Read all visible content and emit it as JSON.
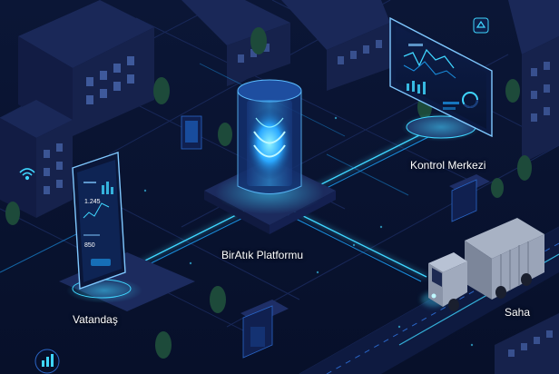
{
  "colors": {
    "background": "#0a1230",
    "street": "#121e44",
    "building": "#16224c",
    "glow": "#3fd6ff",
    "glow_soft": "#1a8fe0",
    "window": "#5a7fd0",
    "tree": "#1d4a3a"
  },
  "nodes": {
    "platform": {
      "label": "BirAtık Platformu"
    },
    "control_center": {
      "label": "Kontrol Merkezi"
    },
    "citizen": {
      "label": "Vatandaş"
    },
    "field": {
      "label": "Saha"
    }
  },
  "phone": {
    "metric_1": "1.245",
    "metric_2": "850"
  },
  "icons": [
    "wifi-icon",
    "bar-chart-icon",
    "recycle-icon",
    "bus-stop-icon",
    "garbage-truck-icon",
    "smartphone-icon",
    "monitor-icon",
    "data-tower-icon"
  ]
}
